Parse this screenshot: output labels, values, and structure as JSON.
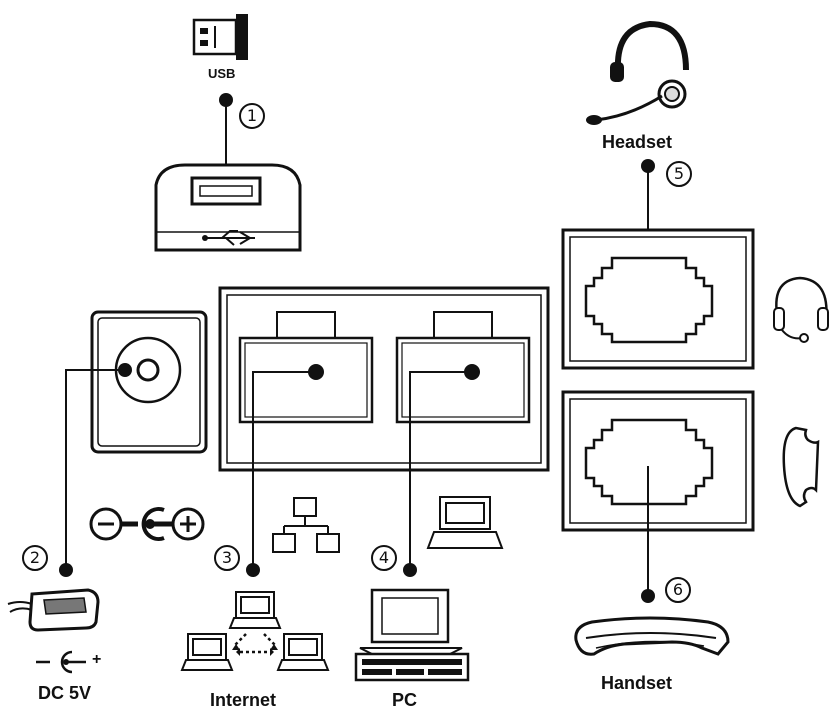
{
  "labels": {
    "usb": "USB",
    "headset": "Headset",
    "handset": "Handset",
    "internet": "Internet",
    "pc": "PC",
    "dc": "DC 5V"
  },
  "callouts": {
    "n1": "1",
    "n2": "2",
    "n3": "3",
    "n4": "4",
    "n5": "5",
    "n6": "6"
  },
  "polarity": {
    "minus": "−",
    "plus": "+"
  },
  "ink_color": "#111111"
}
